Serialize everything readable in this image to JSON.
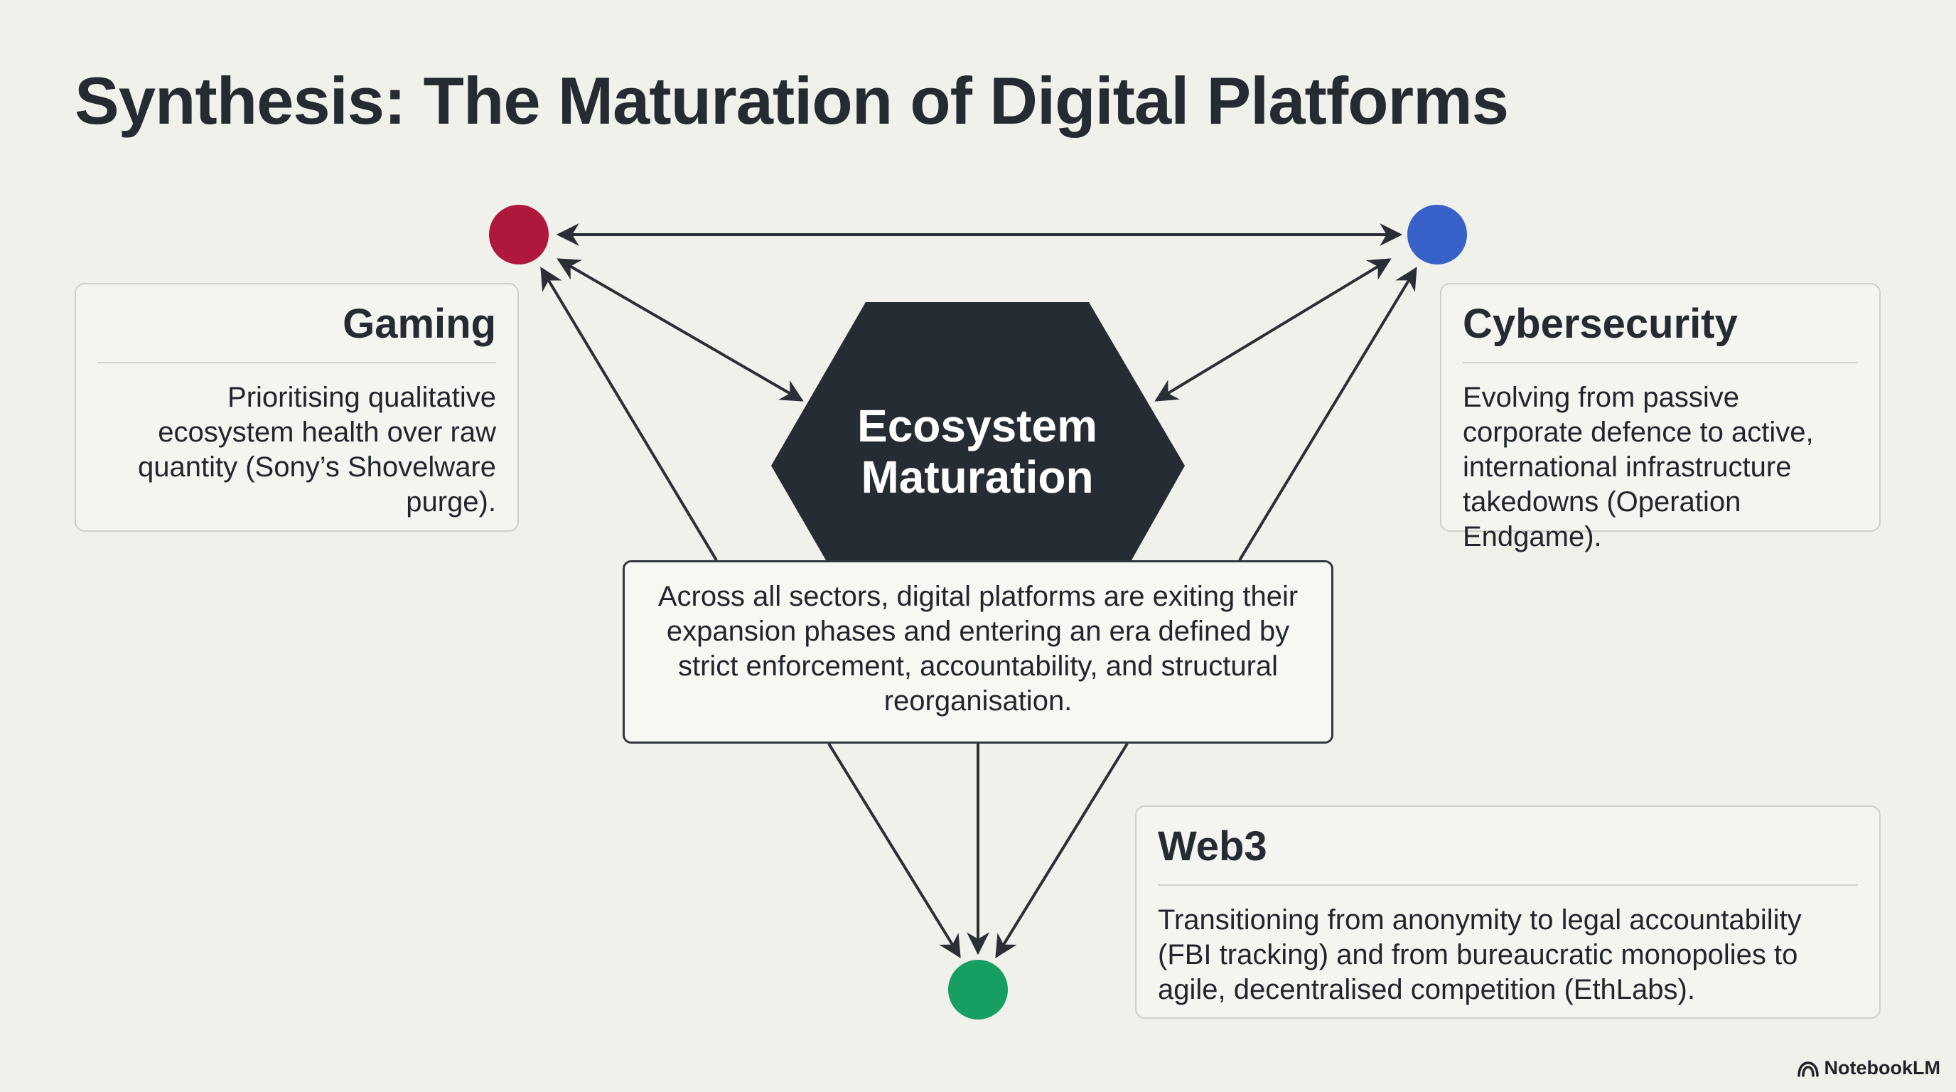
{
  "title": "Synthesis: The Maturation of Digital Platforms",
  "center": {
    "label_line1": "Ecosystem",
    "label_line2": "Maturation"
  },
  "summary": "Across all sectors, digital platforms are exiting their expansion phases and entering an era defined by strict enforcement, accountability, and structural reorganisation.",
  "nodes": [
    {
      "id": "gaming",
      "color": "#b0173c",
      "icon": "red-node-dot"
    },
    {
      "id": "cybersecurity",
      "color": "#3862c9",
      "icon": "blue-node-dot"
    },
    {
      "id": "web3",
      "color": "#169e63",
      "icon": "green-node-dot"
    }
  ],
  "cards": {
    "gaming": {
      "title": "Gaming",
      "body": "Prioritising qualitative ecosystem health over raw quantity (Sony’s Shovelware purge)."
    },
    "cybersecurity": {
      "title": "Cybersecurity",
      "body": "Evolving from passive corporate defence to active, international infrastructure takedowns (Operation Endgame)."
    },
    "web3": {
      "title": "Web3",
      "body": "Transitioning from anonymity to legal accountability (FBI tracking) and from bureaucratic monopolies to agile, decentralised competition (EthLabs)."
    }
  },
  "colors": {
    "background": "#f1f1ec",
    "hexagon": "#262c33",
    "arrow": "#2b2f35"
  },
  "brand": {
    "name": "NotebookLM",
    "icon": "notebooklm-logo-icon"
  }
}
